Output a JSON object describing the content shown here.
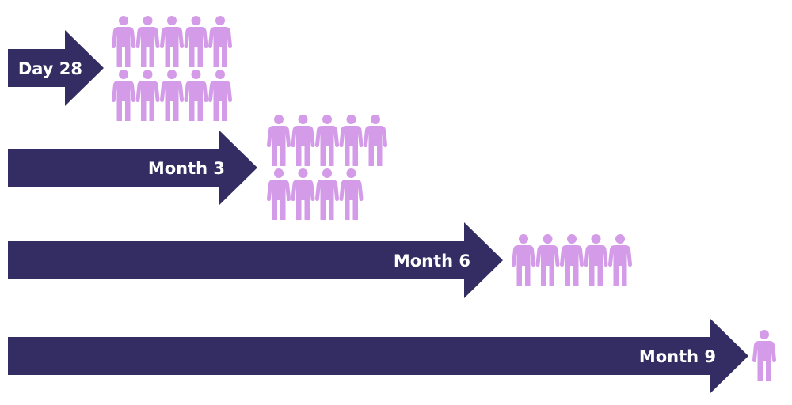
{
  "colors": {
    "arrow": "#332d63",
    "person": "#d39be8",
    "label": "#ffffff"
  },
  "rows": [
    {
      "label": "Day 28",
      "people_count": 10
    },
    {
      "label": "Month 3",
      "people_count": 9
    },
    {
      "label": "Month 6",
      "people_count": 5
    },
    {
      "label": "Month 9",
      "people_count": 1
    }
  ]
}
